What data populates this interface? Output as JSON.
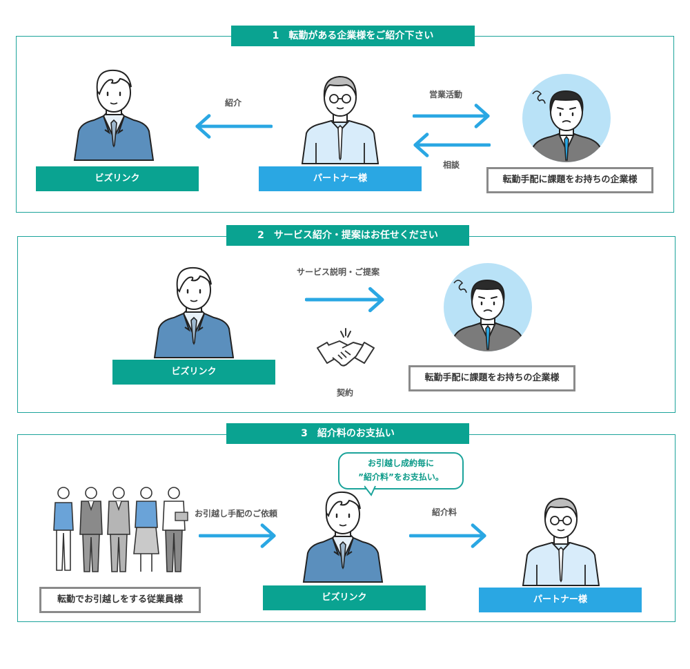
{
  "sections": [
    {
      "heading": "1　転勤がある企業様をご紹介下さい",
      "labels": {
        "bizlink": "ビズリンク",
        "partner": "パートナー様",
        "company": "転勤手配に課題をお持ちの企業様"
      },
      "arrows": {
        "introduce": "紹介",
        "sales": "営業活動",
        "consult": "相談"
      }
    },
    {
      "heading": "2　サービス紹介・提案はお任せください",
      "labels": {
        "bizlink": "ビズリンク",
        "company": "転勤手配に課題をお持ちの企業様"
      },
      "arrows": {
        "explain": "サービス説明・ご提案",
        "contract": "契約"
      }
    },
    {
      "heading": "3　紹介料のお支払い",
      "labels": {
        "employees": "転勤でお引越しをする従業員様",
        "bizlink": "ビズリンク",
        "partner": "パートナー様"
      },
      "arrows": {
        "request": "お引越し手配のご依頼",
        "fee": "紹介料"
      },
      "bubble": {
        "line1": "お引越し成約毎に",
        "line2": "”紹介料”をお支払い。"
      }
    }
  ],
  "colors": {
    "teal": "#0aa391",
    "blue": "#2aa7e3",
    "arrow": "#2aa7e3",
    "suit": "#5b8fbd"
  }
}
